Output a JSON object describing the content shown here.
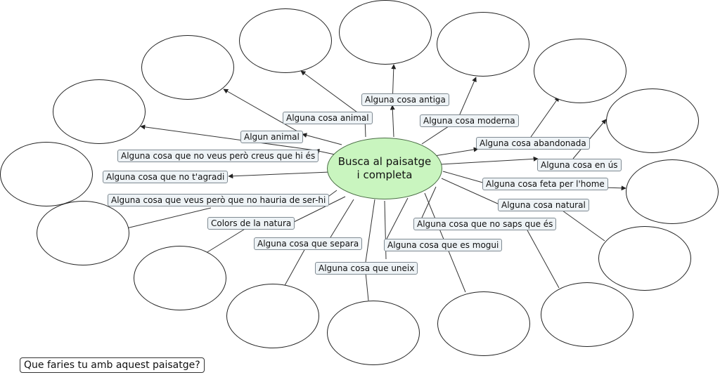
{
  "center": {
    "line1": "Busca al paisatge",
    "line2": "i completa"
  },
  "question": "Que faries tu amb aquest paisatge?",
  "labels": {
    "l1": "Alguna cosa que no veus però creus que hi és",
    "l2": "Algun animal",
    "l3": "Alguna cosa animal",
    "l4": "Alguna cosa antiga",
    "l5": "Alguna cosa moderna",
    "l6": "Alguna cosa abandonada",
    "l7": "Alguna cosa en ús",
    "l8": "Alguna cosa feta per l'home",
    "l9": "Alguna cosa natural",
    "l10": "Alguna cosa que no saps que és",
    "l11": "Alguna cosa que es mogui",
    "l12": "Alguna cosa que uneix",
    "l13": "Alguna cosa que separa",
    "l14": "Colors de la natura",
    "l15": "Alguna cosa que veus però que no hauria de ser-hi",
    "l16": "Alguna cosa que no t'agradi"
  }
}
